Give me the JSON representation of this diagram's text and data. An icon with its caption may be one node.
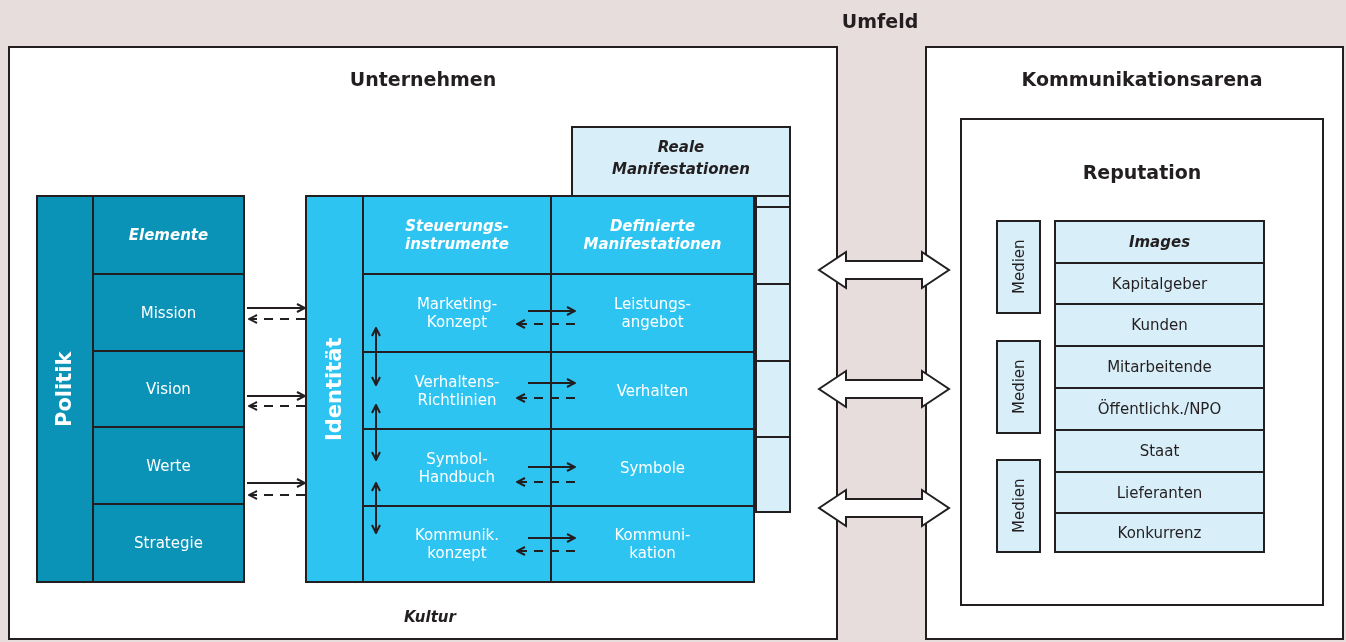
{
  "diagram": {
    "nodes": [
      {
        "text": [
          "Umfeld"
        ]
      },
      {
        "text": [
          "Unternehmen"
        ],
        "in": 0
      },
      {
        "text": [
          "Kommunikationsarena"
        ],
        "in": 0
      },
      {
        "text": [
          "Politik"
        ],
        "in": 1
      },
      {
        "text": [
          "Elemente"
        ],
        "in": 3
      },
      {
        "text": [
          "Mission"
        ],
        "in": 3
      },
      {
        "text": [
          "Vision"
        ],
        "in": 3
      },
      {
        "text": [
          "Werte"
        ],
        "in": 3
      },
      {
        "text": [
          "Strategie"
        ],
        "in": 3
      },
      {
        "text": [
          "Identität"
        ],
        "in": 1
      },
      {
        "text": [
          "Steuerungs- instrumente"
        ],
        "in": 9
      },
      {
        "text": [
          "Definierte Manifestationen"
        ],
        "in": 9
      },
      {
        "text": [
          "Marketing- Konzept"
        ],
        "in": 9
      },
      {
        "text": [
          "Leistungs- angebot"
        ],
        "in": 9
      },
      {
        "text": [
          "Verhaltens- Richtlinien"
        ],
        "in": 9
      },
      {
        "text": [
          "Verhalten"
        ],
        "in": 9
      },
      {
        "text": [
          "Symbol- Handbuch"
        ],
        "in": 9
      },
      {
        "text": [
          "Symbole"
        ],
        "in": 9
      },
      {
        "text": [
          "Kommunik. konzept"
        ],
        "in": 9
      },
      {
        "text": [
          "Kommuni- kation"
        ],
        "in": 9
      },
      {
        "text": [
          "Reale Manifestationen"
        ],
        "in": 1
      },
      {
        "text": [
          "Reputation"
        ],
        "in": 2
      },
      {
        "text": [
          "Medien"
        ],
        "in": 21
      },
      {
        "text": [
          "Medien"
        ],
        "in": 21
      },
      {
        "text": [
          "Medien"
        ],
        "in": 21
      },
      {
        "text": [
          "Images"
        ],
        "in": 21
      },
      {
        "text": [
          "Kapitalgeber"
        ],
        "in": 21
      },
      {
        "text": [
          "Kunden"
        ],
        "in": 21
      },
      {
        "text": [
          "Mitarbeitende"
        ],
        "in": 21
      },
      {
        "text": [
          "Öffentlichk./NPO"
        ],
        "in": 21
      },
      {
        "text": [
          "Staat"
        ],
        "in": 21
      },
      {
        "text": [
          "Lieferanten"
        ],
        "in": 21
      },
      {
        "text": [
          "Konkurrenz"
        ],
        "in": 21
      }
    ],
    "edges": [
      {
        "from": 5,
        "to": 9,
        "arrow": "to"
      },
      {
        "from": 9,
        "to": 5,
        "arrow": "to",
        "style": "dashed"
      },
      {
        "from": 6,
        "to": 9,
        "arrow": "to"
      },
      {
        "from": 9,
        "to": 6,
        "arrow": "to",
        "style": "dashed"
      },
      {
        "from": 7,
        "to": 9,
        "arrow": "to"
      },
      {
        "from": 9,
        "to": 7,
        "arrow": "to",
        "style": "dashed"
      },
      {
        "from": 12,
        "to": 13,
        "arrow": "to"
      },
      {
        "from": 13,
        "to": 12,
        "arrow": "to",
        "style": "dashed"
      },
      {
        "from": 14,
        "to": 15,
        "arrow": "to"
      },
      {
        "from": 15,
        "to": 14,
        "arrow": "to",
        "style": "dashed"
      },
      {
        "from": 16,
        "to": 17,
        "arrow": "to"
      },
      {
        "from": 17,
        "to": 16,
        "arrow": "to",
        "style": "dashed"
      },
      {
        "from": 18,
        "to": 19,
        "arrow": "to"
      },
      {
        "from": 19,
        "to": 18,
        "arrow": "to",
        "style": "dashed"
      },
      {
        "from": 12,
        "to": 14,
        "arrow": "both"
      },
      {
        "from": 14,
        "to": 16,
        "arrow": "both"
      },
      {
        "from": 16,
        "to": 18,
        "arrow": "both"
      },
      {
        "from": 1,
        "to": 2,
        "arrow": "both",
        "style": "thick"
      },
      {
        "from": 1,
        "to": 2,
        "arrow": "both",
        "style": "thick"
      },
      {
        "from": 1,
        "to": 2,
        "arrow": "both",
        "style": "thick"
      }
    ],
    "labels": [
      "Kultur"
    ]
  }
}
